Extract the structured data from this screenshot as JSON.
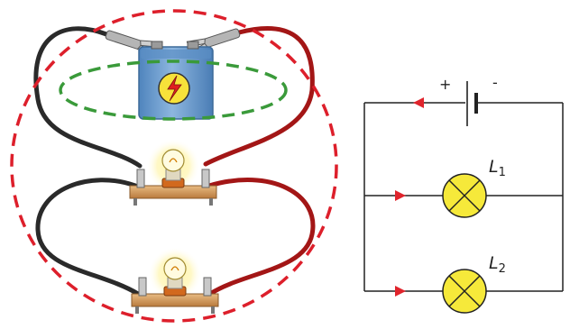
{
  "schematic": {
    "battery": {
      "plus_label": "+",
      "minus_label": "-"
    },
    "lamps": [
      {
        "letter": "L",
        "subscript": "1"
      },
      {
        "letter": "L",
        "subscript": "2"
      }
    ]
  },
  "colors": {
    "red_wire": "#a31616",
    "black_wire": "#2a2a2a",
    "outer_loop": "#dd1f2b",
    "inner_loop": "#3a9a3a",
    "battery_body": "#6e9fcf",
    "lamp_fill": "#f6e93a",
    "current_arrow": "#e0242c",
    "base_wood": "#d8a56a"
  }
}
